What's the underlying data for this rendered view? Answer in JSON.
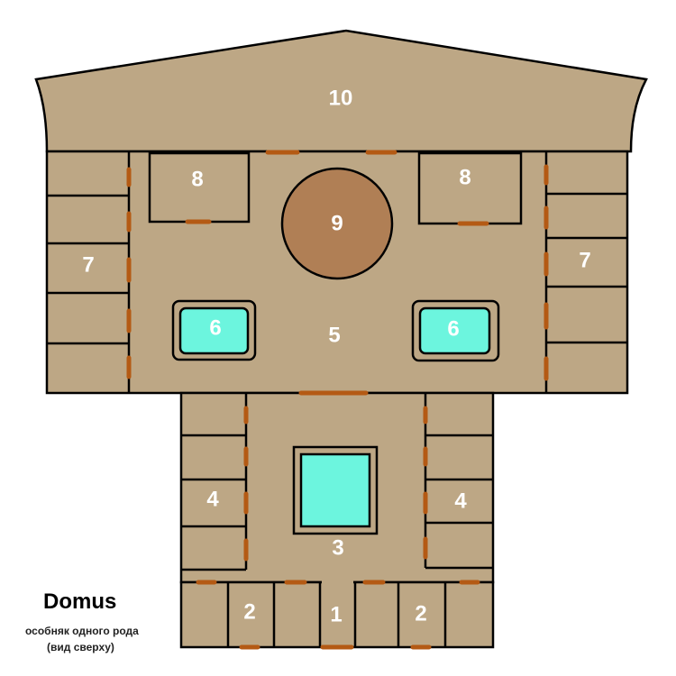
{
  "legend": {
    "title": "Domus",
    "subtitle_line1": "особняк одного рода",
    "subtitle_line2": "(вид сверху)"
  },
  "colors": {
    "floor": "#bda785",
    "pool": "#6cf5de",
    "circle": "#b07f55",
    "door": "#b45a14",
    "wall": "#000000",
    "label": "#ffffff"
  },
  "rooms": {
    "r1": "1",
    "r2_left": "2",
    "r2_right": "2",
    "r3": "3",
    "r4_left": "4",
    "r4_right": "4",
    "r5": "5",
    "r6_left": "6",
    "r6_right": "6",
    "r7_left": "7",
    "r7_right": "7",
    "r8_left": "8",
    "r8_right": "8",
    "r9": "9",
    "r10": "10"
  }
}
